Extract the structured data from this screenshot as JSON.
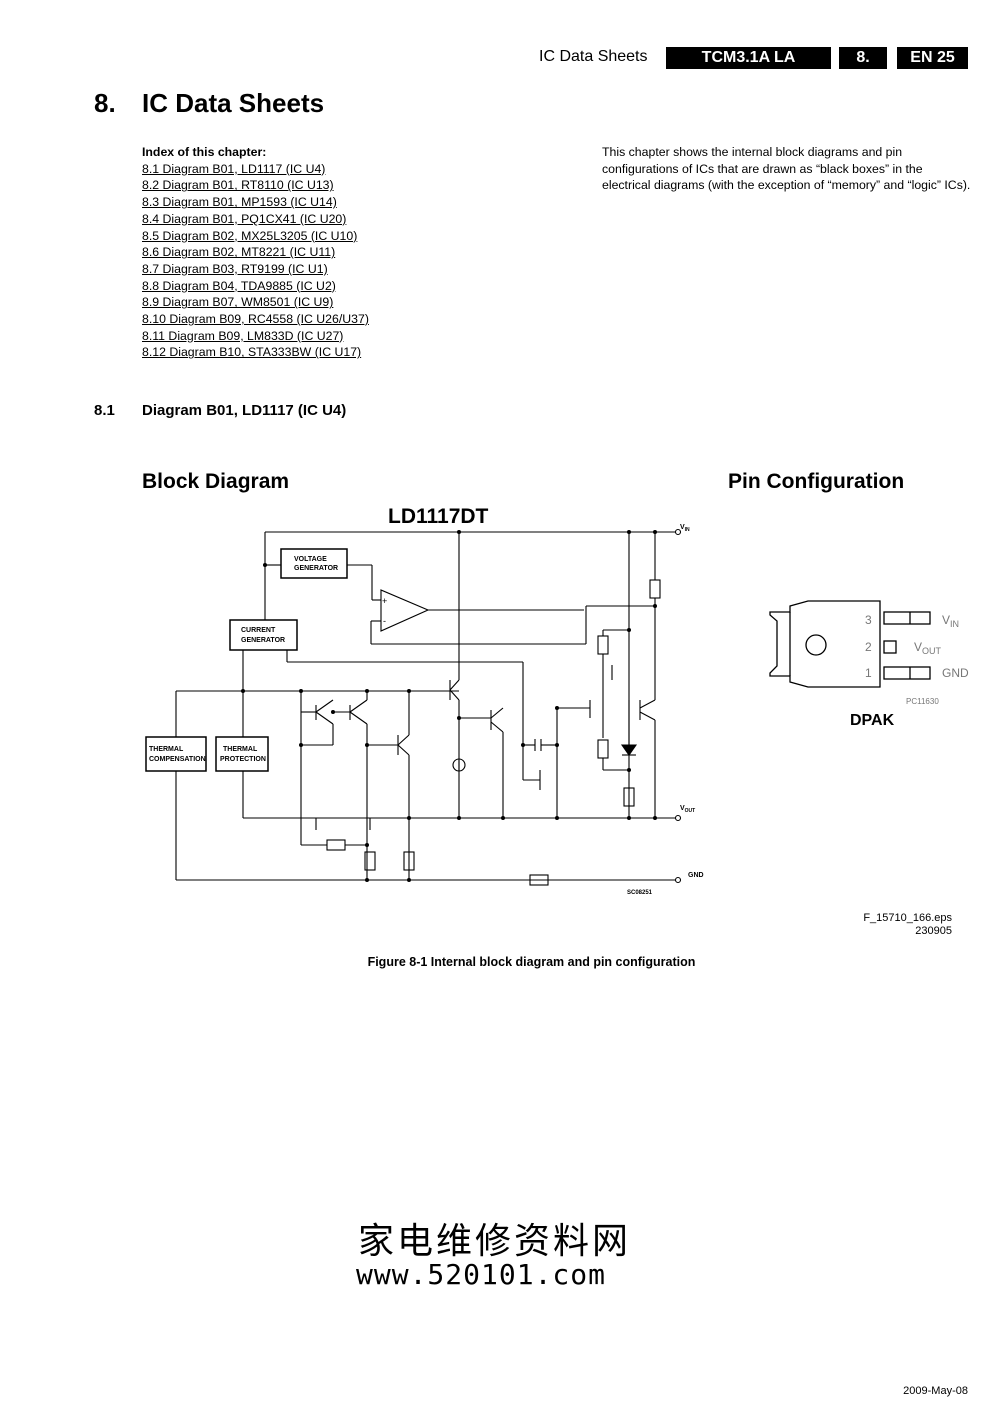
{
  "header": {
    "section": "IC Data Sheets",
    "model": "TCM3.1A LA",
    "chapter": "8.",
    "page": "EN 25"
  },
  "chapter": {
    "number": "8.",
    "title": "IC Data Sheets"
  },
  "index": {
    "label": "Index of this chapter:",
    "items": [
      "8.1 Diagram B01, LD1117 (IC U4)",
      "8.2 Diagram B01, RT8110 (IC U13)",
      "8.3 Diagram B01, MP1593 (IC U14)",
      "8.4 Diagram B01, PQ1CX41 (IC U20)",
      "8.5 Diagram B02, MX25L3205 (IC U10)",
      "8.6 Diagram B02, MT8221 (IC U11)",
      "8.7 Diagram B03, RT9199 (IC U1)",
      "8.8 Diagram B04, TDA9885 (IC U2)",
      "8.9 Diagram B07, WM8501 (IC U9)",
      "8.10 Diagram B09, RC4558 (IC U26/U37)",
      "8.11 Diagram B09, LM833D (IC U27)",
      "8.12 Diagram B10, STA333BW (IC U17)"
    ]
  },
  "intro": "This chapter shows the internal block diagrams and pin configurations of ICs that are drawn as “black boxes” in the electrical diagrams (with the exception of “memory” and “logic” ICs).",
  "section": {
    "number": "8.1",
    "title": "Diagram B01, LD1117 (IC U4)"
  },
  "figure": {
    "block_diagram_title": "Block Diagram",
    "pin_config_title": "Pin Configuration",
    "device": "LD1117DT",
    "blocks": {
      "voltage_generator": [
        "VOLTAGE",
        "GENERATOR"
      ],
      "current_generator": [
        "CURRENT",
        "GENERATOR"
      ],
      "thermal_compensation": [
        "THERMAL",
        "COMPENSATION"
      ],
      "thermal_protection": [
        "THERMAL",
        "PROTECTION"
      ]
    },
    "nodes": {
      "vin": "V",
      "vin_sub": "IN",
      "vout": "V",
      "vout_sub": "OUT",
      "gnd": "GND"
    },
    "opamp": {
      "plus": "+",
      "minus": "-"
    },
    "schematic_code": "SC08251",
    "package": {
      "name": "DPAK",
      "code": "PC11630",
      "pins": [
        {
          "num": "3",
          "label": "V",
          "sub": "IN"
        },
        {
          "num": "2",
          "label": "V",
          "sub": "OUT"
        },
        {
          "num": "1",
          "label": "GND",
          "sub": ""
        }
      ]
    },
    "file": "F_15710_166.eps",
    "file_date": "230905",
    "caption": "Figure 8-1 Internal block diagram and pin configuration"
  },
  "watermark": {
    "line1": "家电维修资料网",
    "line2": "www.520101.com"
  },
  "footer_date": "2009-May-08"
}
